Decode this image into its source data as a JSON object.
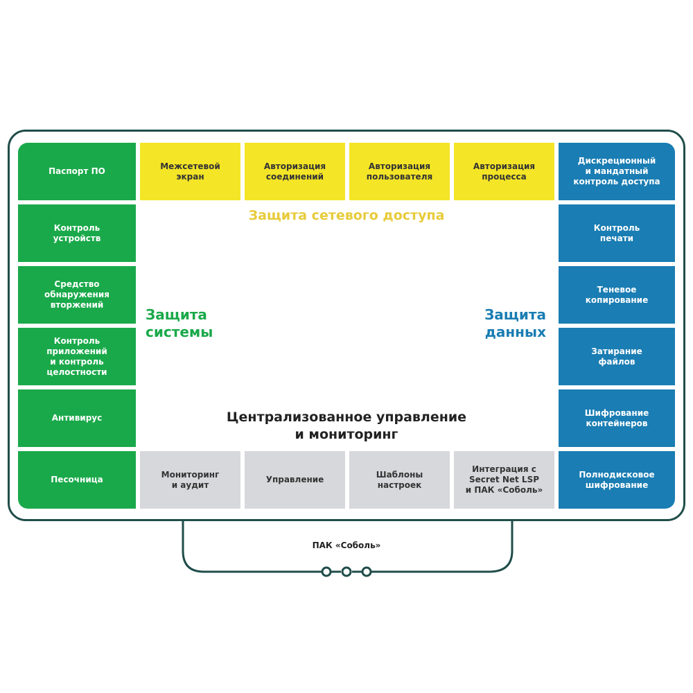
{
  "left_column": [
    "Паспорт ПО",
    "Контроль\nустройств",
    "Средство\nобнаружения\nвторжений",
    "Контроль приложений\nи контроль\nцелостности",
    "Антивирус",
    "Песочница"
  ],
  "top_row": [
    "Межсетевой\nэкран",
    "Авторизация\nсоединений",
    "Авторизация\nпользователя",
    "Авторизация\nпроцесса"
  ],
  "right_column": [
    "Дискреционный\nи мандатный\nконтроль доступа",
    "Контроль\nпечати",
    "Теневое\nкопирование",
    "Затирание\nфайлов",
    "Шифрование\nконтейнеров",
    "Полнодисковое\nшифрование"
  ],
  "bottom_row": [
    "Мониторинг\nи аудит",
    "Управление",
    "Шаблоны\nнастроек",
    "Интеграция с\nSecret Net LSP\nи ПАК «Соболь»"
  ],
  "zones": {
    "network": "Защита сетевого доступа",
    "system": "Защита\nсистемы",
    "data": "Защита\nданных",
    "central": "Централизованное управление\nи мониторинг"
  },
  "pak": "ПАК «Соболь»",
  "colors": {
    "green": "#1aa94a",
    "yellow": "#f4e526",
    "blue": "#1a7db3",
    "gray": "#d6d8db",
    "frame": "#1f4d4a"
  }
}
